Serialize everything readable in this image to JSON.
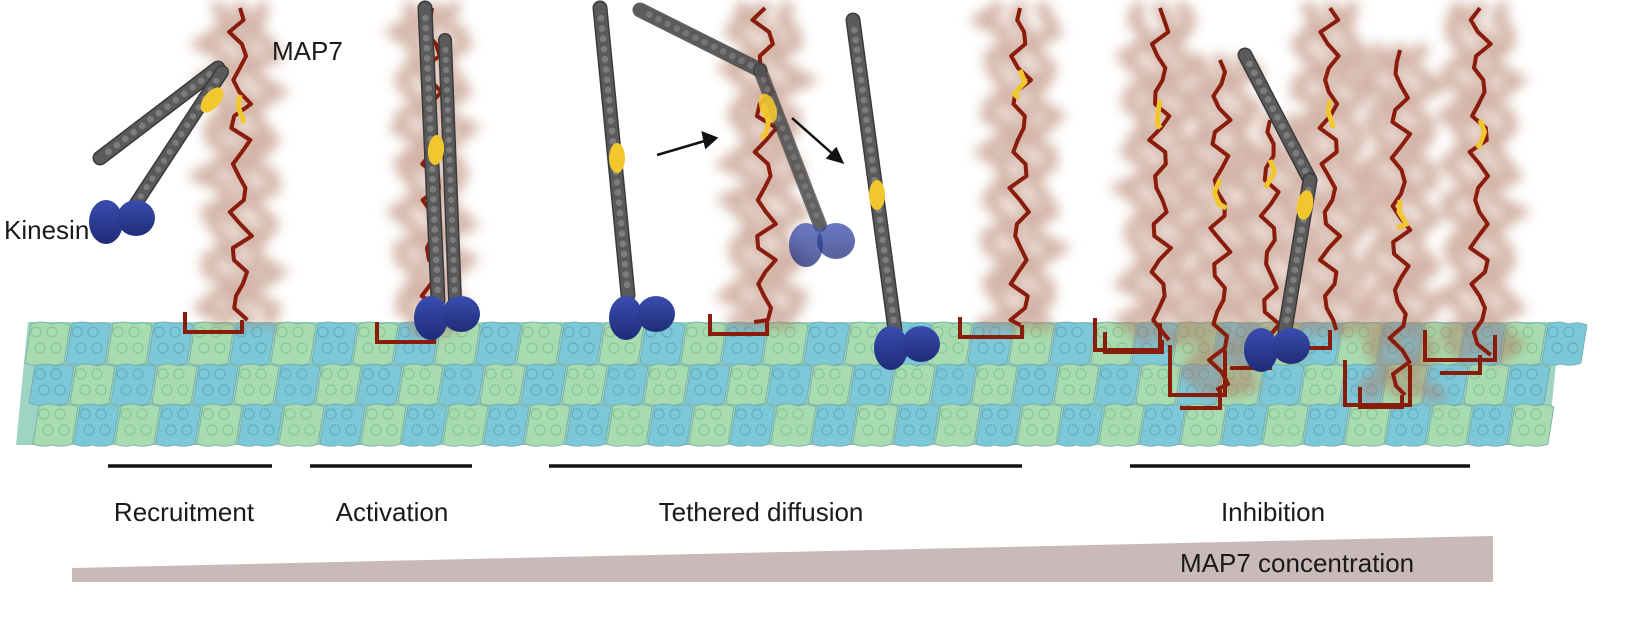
{
  "labels": {
    "map7": "MAP7",
    "kinesin": "Kinesin",
    "concentration": "MAP7 concentration"
  },
  "stages": [
    {
      "name": "Recruitment"
    },
    {
      "name": "Activation"
    },
    {
      "name": "Tethered diffusion"
    },
    {
      "name": "Inhibition"
    }
  ],
  "colors": {
    "tubulin_alpha": "#a8dcb0",
    "tubulin_beta": "#7cc8d8",
    "map7": "#8a1c0c",
    "map7_haze": "#b07860",
    "kinesin_stalk": "#5a5a5a",
    "kinesin_head": "#2e3f9a",
    "kinesin_neck": "#f2c72e",
    "gradient": "#c9b9b9",
    "bar": "#111111"
  }
}
